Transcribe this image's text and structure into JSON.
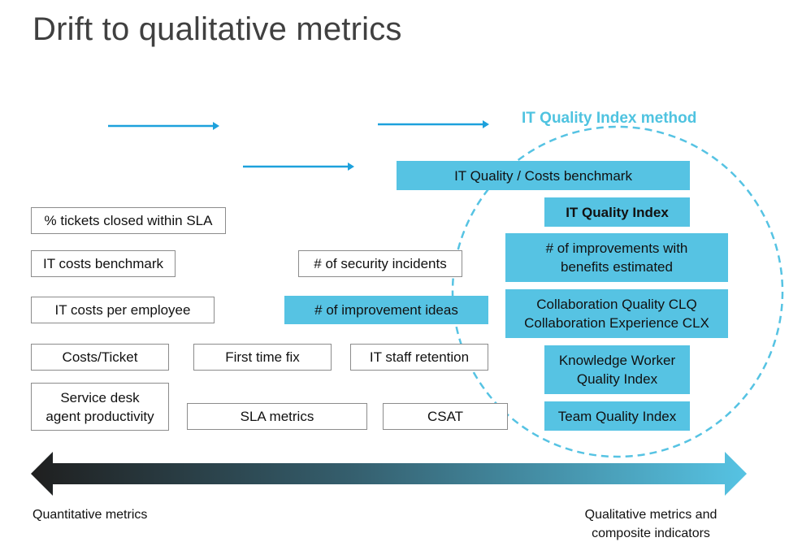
{
  "title": "Drift to qualitative metrics",
  "method_label": "IT Quality Index method",
  "boxes": {
    "tickets_sla": "% tickets closed within SLA",
    "it_costs_benchmark": "IT costs benchmark",
    "it_costs_per_employee": "IT costs per employee",
    "costs_ticket": "Costs/Ticket",
    "service_desk": "Service desk\nagent productivity",
    "first_time_fix": "First time fix",
    "sla_metrics": "SLA metrics",
    "security_incidents": "# of security incidents",
    "improvement_ideas": "# of improvement ideas",
    "staff_retention": "IT staff retention",
    "csat": "CSAT",
    "quality_costs_benchmark": "IT Quality / Costs benchmark",
    "it_quality_index": "IT Quality Index",
    "improvements_estimated": "# of improvements with\nbenefits estimated",
    "collaboration": "Collaboration Quality CLQ\nCollaboration Experience CLX",
    "knowledge_worker": "Knowledge Worker\nQuality Index",
    "team_quality": "Team Quality Index"
  },
  "axis": {
    "left_label": "Quantitative metrics",
    "right_label": "Qualitative metrics and\ncomposite indicators"
  },
  "colors": {
    "accent": "#56c3e3",
    "method_label": "#4fc3e0",
    "arrow_dark": "#1f1f1f",
    "arrow_light": "#56c3e3",
    "box_border": "#8c8c8c"
  }
}
